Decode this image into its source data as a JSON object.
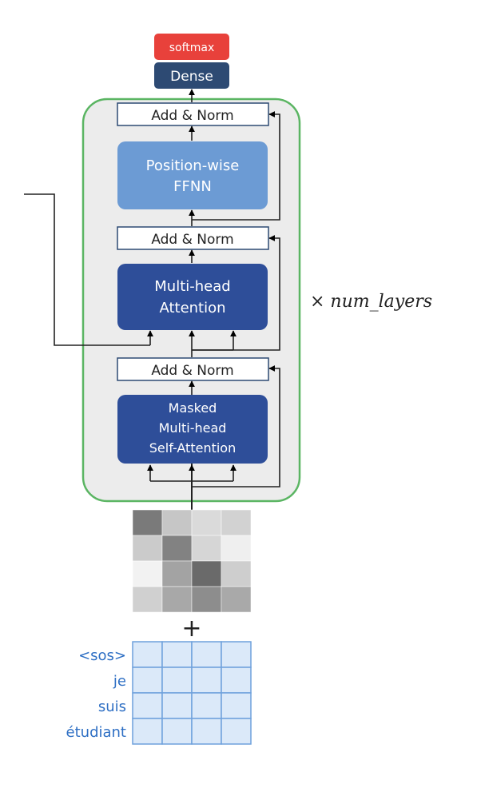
{
  "softmax": {
    "label": "softmax",
    "color": "#e8413b"
  },
  "dense": {
    "label": "Dense",
    "color": "#2d4a73"
  },
  "add_norm": {
    "label": "Add & Norm"
  },
  "ffnn": {
    "line1": "Position-wise",
    "line2": "FFNN",
    "color": "#6c9bd4"
  },
  "mha": {
    "line1": "Multi-head",
    "line2": "Attention",
    "color": "#2e4e99"
  },
  "masked": {
    "line1": "Masked",
    "line2": "Multi-head",
    "line3": "Self-Attention",
    "color": "#2e4e99"
  },
  "repeat_label": "× num_layers",
  "block_border_color": "#5bb563",
  "plus_sign": "+",
  "tokens": [
    "<sos>",
    "je",
    "suis",
    "étudiant"
  ],
  "token_color": "#2e6fc4",
  "matrix_grays": [
    [
      "#7a7a7a",
      "#c6c6c6",
      "#dadada",
      "#d2d2d2"
    ],
    [
      "#cbcbcb",
      "#828282",
      "#d6d6d6",
      "#efefef"
    ],
    [
      "#f2f2f2",
      "#a3a3a3",
      "#6a6a6a",
      "#cecece"
    ],
    [
      "#d0d0d0",
      "#a8a8a8",
      "#8d8d8d",
      "#a9a9a9"
    ]
  ]
}
